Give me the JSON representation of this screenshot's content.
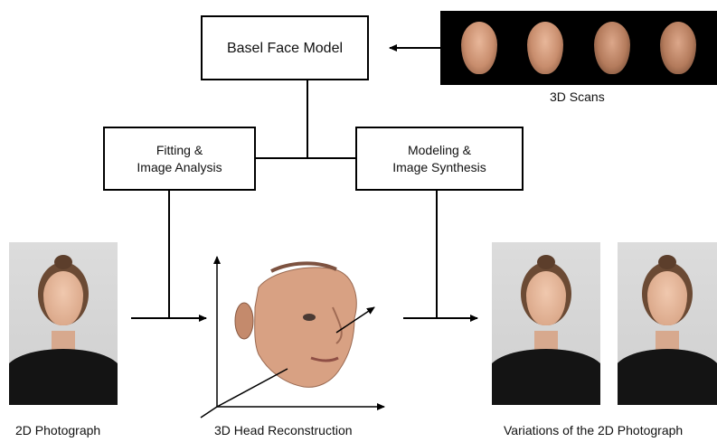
{
  "boxes": {
    "basel_face_model": "Basel Face Model",
    "fitting": "Fitting &\nImage Analysis",
    "modeling": "Modeling &\nImage Synthesis"
  },
  "labels": {
    "scans": "3D Scans",
    "photograph": "2D Photograph",
    "reconstruction": "3D Head Reconstruction",
    "variations": "Variations of the 2D Photograph"
  },
  "colors": {
    "line": "#000000",
    "scan_background": "#000000",
    "shirt": "#141414"
  }
}
